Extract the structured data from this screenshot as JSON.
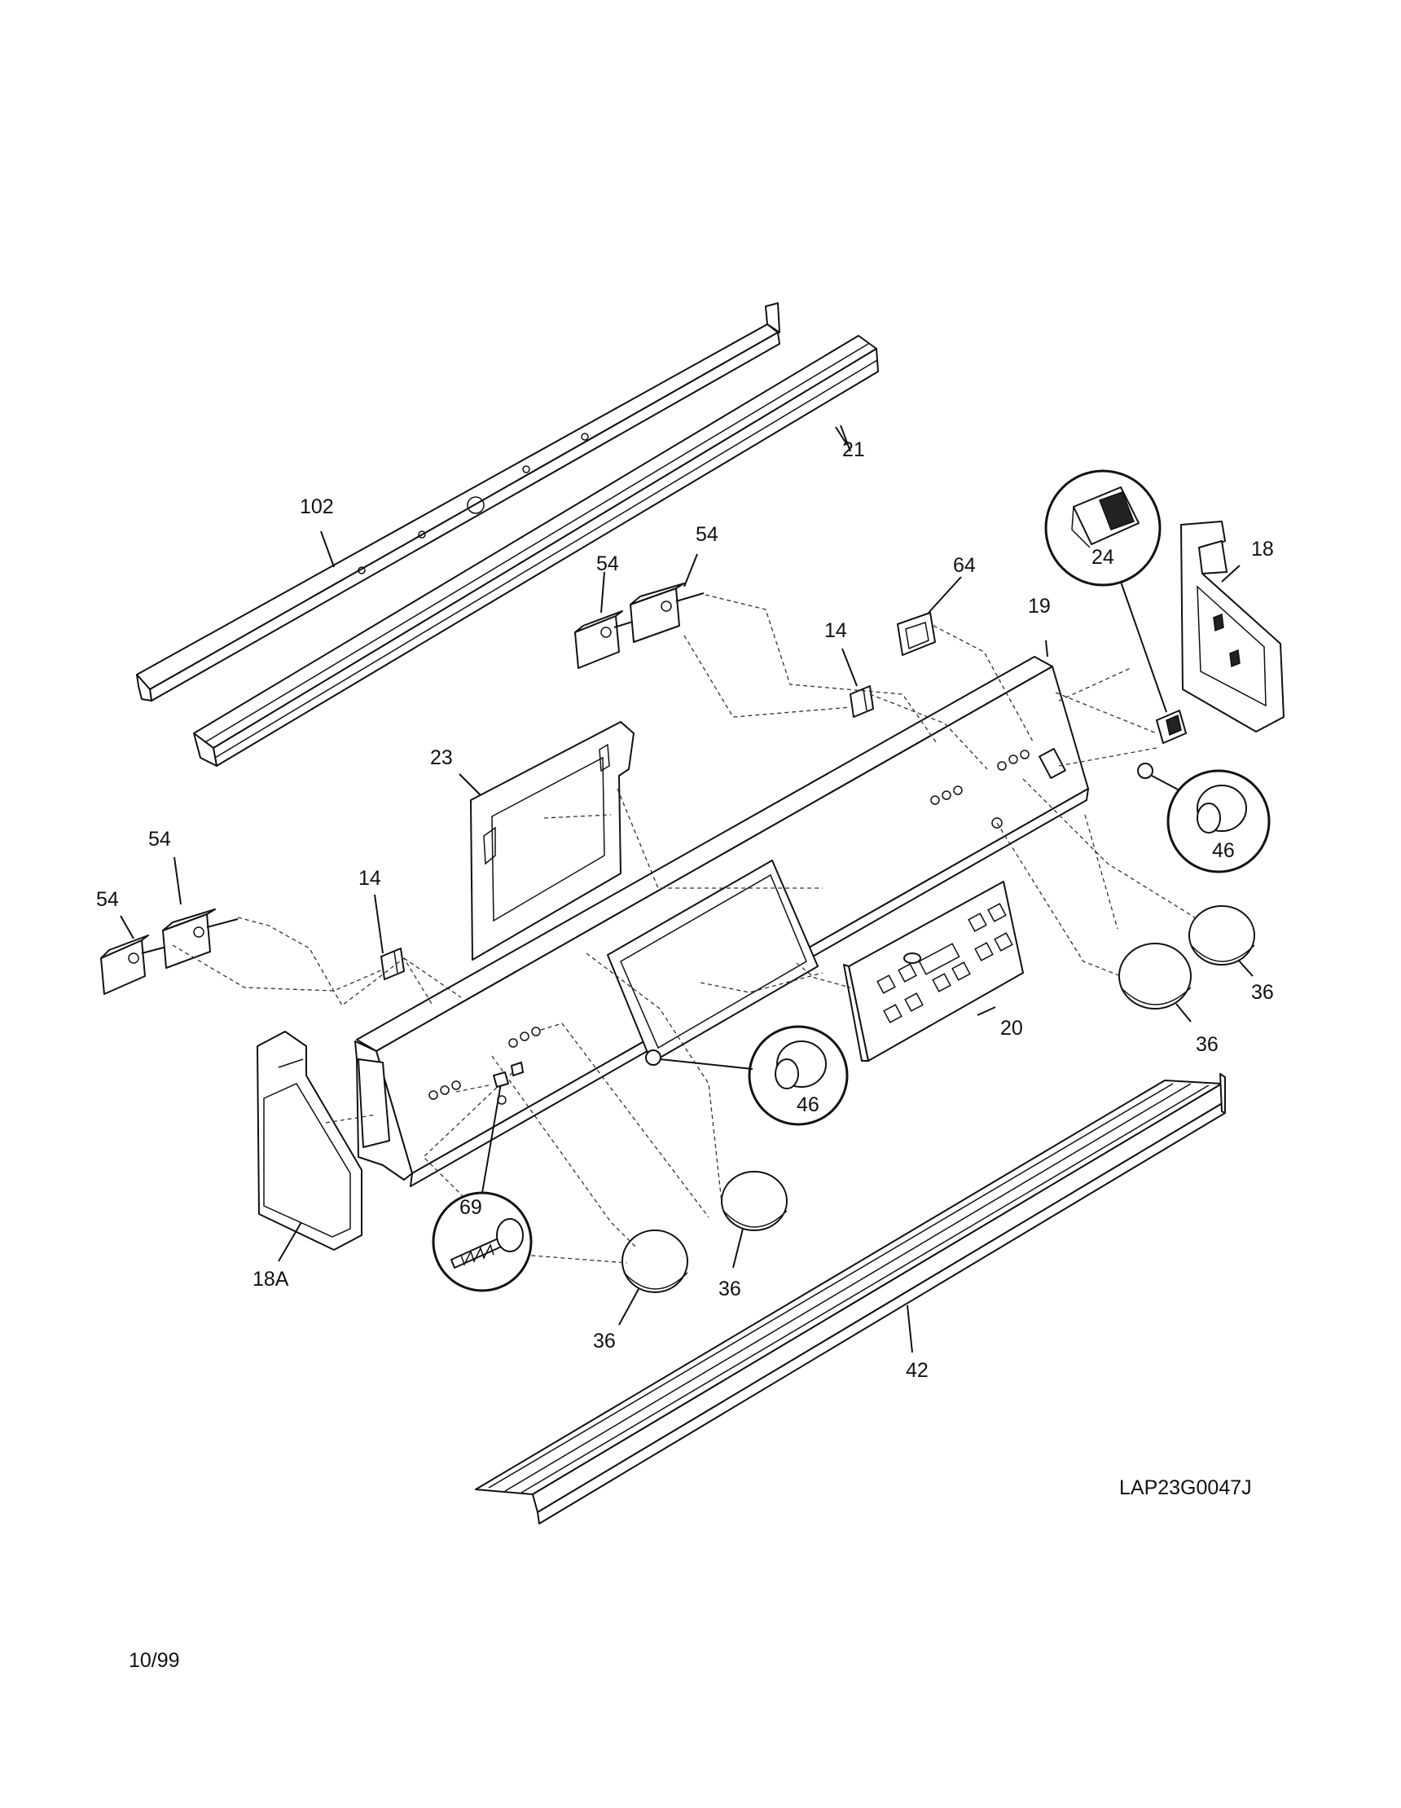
{
  "diagram": {
    "drawing_number": "LAP23G0047J",
    "date": "10/99",
    "callouts": {
      "p102": "102",
      "p21": "21",
      "p18": "18",
      "p24": "24",
      "p19": "19",
      "p64": "64",
      "p54a": "54",
      "p54b": "54",
      "p54c": "54",
      "p54d": "54",
      "p14a": "14",
      "p14b": "14",
      "p23": "23",
      "p46a": "46",
      "p46b": "46",
      "p36a": "36",
      "p36b": "36",
      "p36c": "36",
      "p36d": "36",
      "p20": "20",
      "p18a": "18A",
      "p69": "69",
      "p42": "42"
    }
  }
}
